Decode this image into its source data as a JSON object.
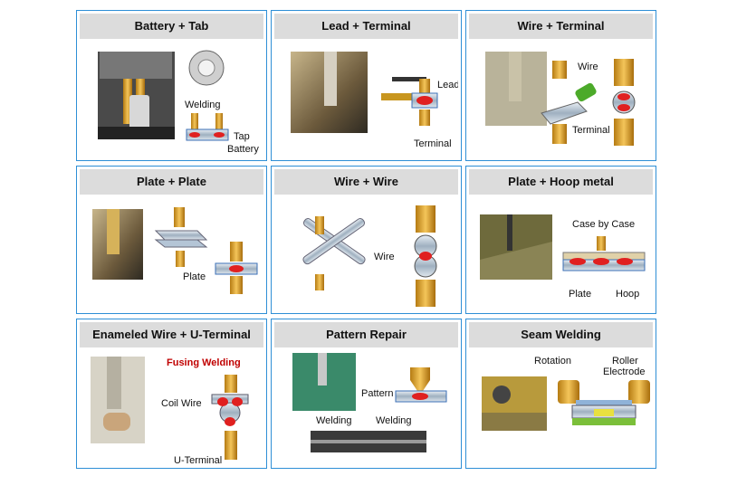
{
  "cells": [
    {
      "title": "Battery + Tab",
      "labels": [
        "Welding",
        "Tap",
        "Battery"
      ]
    },
    {
      "title": "Lead + Terminal",
      "labels": [
        "Lead",
        "Terminal"
      ]
    },
    {
      "title": "Wire + Terminal",
      "labels": [
        "Wire",
        "Terminal"
      ]
    },
    {
      "title": "Plate + Plate",
      "labels": [
        "Plate"
      ]
    },
    {
      "title": "Wire + Wire",
      "labels": [
        "Wire"
      ]
    },
    {
      "title": "Plate + Hoop metal",
      "labels": [
        "Case by Case",
        "Plate",
        "Hoop"
      ]
    },
    {
      "title": "Enameled Wire + U-Terminal",
      "labels": [
        "Fusing Welding",
        "Coil Wire",
        "U-Terminal"
      ]
    },
    {
      "title": "Pattern Repair",
      "labels": [
        "Pattern",
        "Welding",
        "Welding"
      ]
    },
    {
      "title": "Seam Welding",
      "labels": [
        "Rotation",
        "Roller",
        "Electrode"
      ]
    }
  ]
}
